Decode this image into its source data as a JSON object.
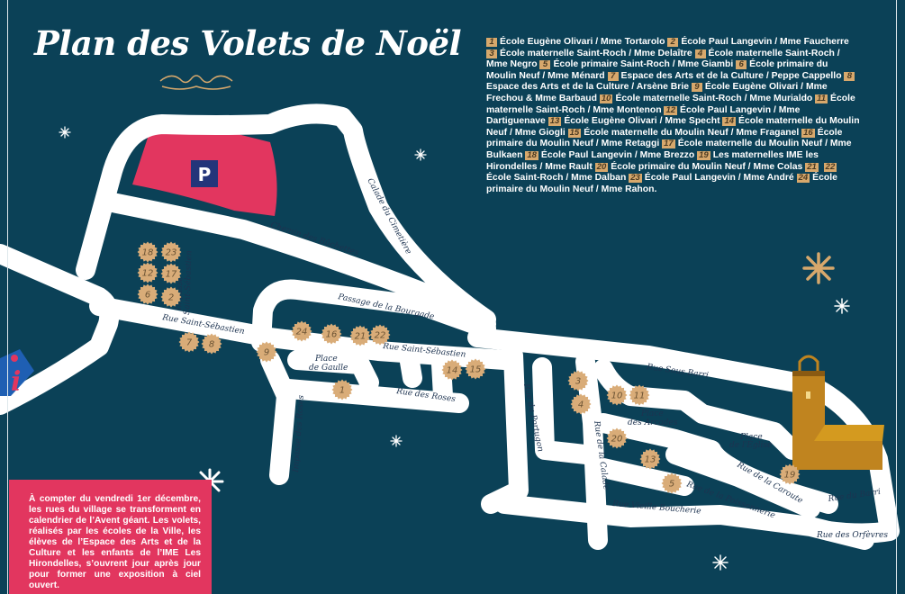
{
  "title": "Plan des Volets de Noël",
  "colors": {
    "background": "#0b4157",
    "road": "#ffffff",
    "parking": "#e2365f",
    "marker": "#d9ac78",
    "church": "#c0841f",
    "info_box": "#e2365f"
  },
  "parking_label": "P",
  "info_icon_label": "i",
  "legend": [
    {
      "num": "1",
      "text": "École Eugène Olivari / Mme Tortarolo"
    },
    {
      "num": "2",
      "text": "École Paul Langevin / Mme Faucherre"
    },
    {
      "num": "3",
      "text": "École maternelle Saint-Roch / Mme Delaître"
    },
    {
      "num": "4",
      "text": "École maternelle Saint-Roch / Mme Negro"
    },
    {
      "num": "5",
      "text": "École primaire Saint-Roch / Mme Giambi"
    },
    {
      "num": "6",
      "text": "École primaire du Moulin Neuf / Mme Ménard"
    },
    {
      "num": "7",
      "text": "Espace des Arts et de la Culture / Peppe Cappello"
    },
    {
      "num": "8",
      "text": "Espace des Arts et de la Culture / Arsène Brie"
    },
    {
      "num": "9",
      "text": "École Eugène Olivari / Mme Frechou & Mme Barbaud"
    },
    {
      "num": "10",
      "text": "École maternelle Saint-Roch / Mme Murialdo"
    },
    {
      "num": "11",
      "text": "École maternelle Saint-Roch / Mme Montenon"
    },
    {
      "num": "12",
      "text": "École Paul Langevin / Mme Dartiguenave"
    },
    {
      "num": "13",
      "text": "École Eugène Olivari / Mme Specht"
    },
    {
      "num": "14",
      "text": "École maternelle du Moulin Neuf / Mme Giogli"
    },
    {
      "num": "15",
      "text": "École maternelle du Moulin Neuf / Mme Fraganel"
    },
    {
      "num": "16",
      "text": "École primaire du Moulin Neuf / Mme Retaggi"
    },
    {
      "num": "17",
      "text": "École maternelle du Moulin Neuf / Mme Bulkaen"
    },
    {
      "num": "18",
      "text": "École Paul Langevin / Mme Brezzo"
    },
    {
      "num": "19",
      "text": "Les maternelles IME les Hirondelles / Mme Rault"
    },
    {
      "num": "20",
      "text": "École primaire du Moulin Neuf / Mme Colas"
    },
    {
      "num": "21",
      "text": ""
    },
    {
      "num": "22",
      "text": "École Saint-Roch / Mme Dalban"
    },
    {
      "num": "23",
      "text": "École Paul Langevin / Mme André"
    },
    {
      "num": "24",
      "text": "École primaire du Moulin Neuf / Mme Rahon."
    }
  ],
  "info_text": "À compter du vendredi 1er décembre, les rues du village se transforment en calendrier de l’Avent géant. Les volets, réalisés par les écoles de la Ville, les élèves de l’Espace des Arts et de la Culture et les enfants de l’IME Les Hirondelles, s’ouvrent jour après jour pour former une exposition à ciel ouvert.",
  "streets": {
    "chemin_buchettes": "Chemin des Bûchettes",
    "calade_cimetiere": "Calade du Cimetière",
    "impasse_st_sebastien_1": "Impasse",
    "impasse_st_sebastien_2": "Saint-Sébastien",
    "rue_st_sebastien_w": "Rue Saint-Sébastien",
    "passage_bourgade": "Passage de la Bourgade",
    "rue_st_sebastien_e": "Rue Saint-Sébastien",
    "place_gaulle_1": "Place",
    "place_gaulle_2": "de Gaulle",
    "rue_roses": "Rue des Roses",
    "impasse_roses": "Impasse des Roses",
    "rue_portugon": "Rue du Portugon",
    "rue_sous_barri": "Rue Sous Barri",
    "place_arcades_1": "Place",
    "place_arcades_2": "des Arcades",
    "rue_calade": "Rue de la Calade",
    "place_eglise_1": "Place",
    "place_eglise_2": "de l'Église",
    "rue_caroute": "Rue de la Caroute",
    "rue_poissonnerie": "Rue de la Poissonnerie",
    "rue_vieille_boucherie": "Rue Vieille Boucherie",
    "rue_barri": "Rue du Barri",
    "rue_orfevres": "Rue des Orfèvres"
  },
  "markers": [
    "1",
    "2",
    "3",
    "4",
    "5",
    "6",
    "7",
    "8",
    "9",
    "10",
    "11",
    "12",
    "13",
    "14",
    "15",
    "16",
    "17",
    "18",
    "19",
    "20",
    "21",
    "22",
    "23",
    "24"
  ]
}
